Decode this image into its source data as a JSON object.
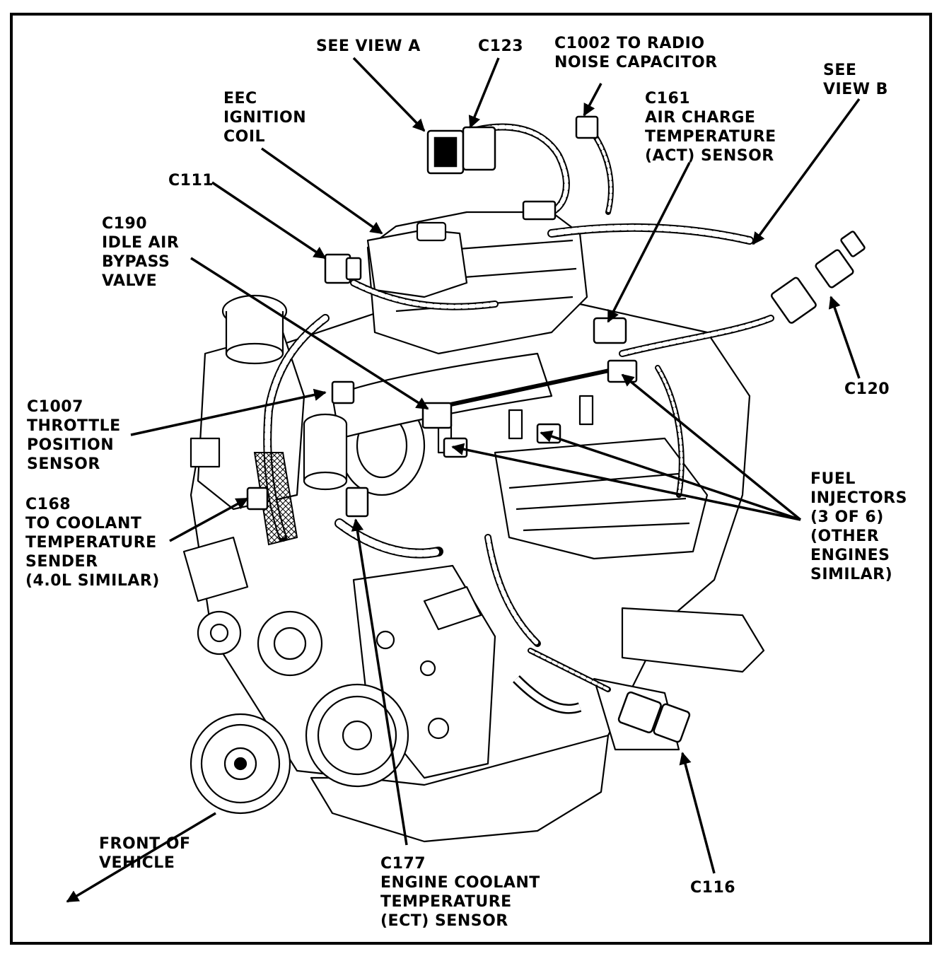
{
  "labels": {
    "see_view_a": "SEE VIEW A",
    "c123": "C123",
    "c1002": "C1002 TO RADIO\nNOISE CAPACITOR",
    "see_view_b": "SEE\nVIEW B",
    "eec_coil": "EEC\nIGNITION\nCOIL",
    "c161": "C161\nAIR CHARGE\nTEMPERATURE\n(ACT) SENSOR",
    "c111": "C111",
    "c190": "C190\nIDLE AIR\nBYPASS\nVALVE",
    "c1007": "C1007\nTHROTTLE\nPOSITION\nSENSOR",
    "c120": "C120",
    "fuel_injectors": "FUEL\nINJECTORS\n(3 OF 6)\n(OTHER\nENGINES\nSIMILAR)",
    "c168": "C168\nTO COOLANT\nTEMPERATURE\nSENDER\n(4.0L SIMILAR)",
    "front_of_vehicle": "FRONT OF\nVEHICLE",
    "c177": "C177\nENGINE COOLANT\nTEMPERATURE\n(ECT) SENSOR",
    "c116": "C116"
  },
  "colors": {
    "ink": "#000000",
    "paper": "#ffffff"
  }
}
